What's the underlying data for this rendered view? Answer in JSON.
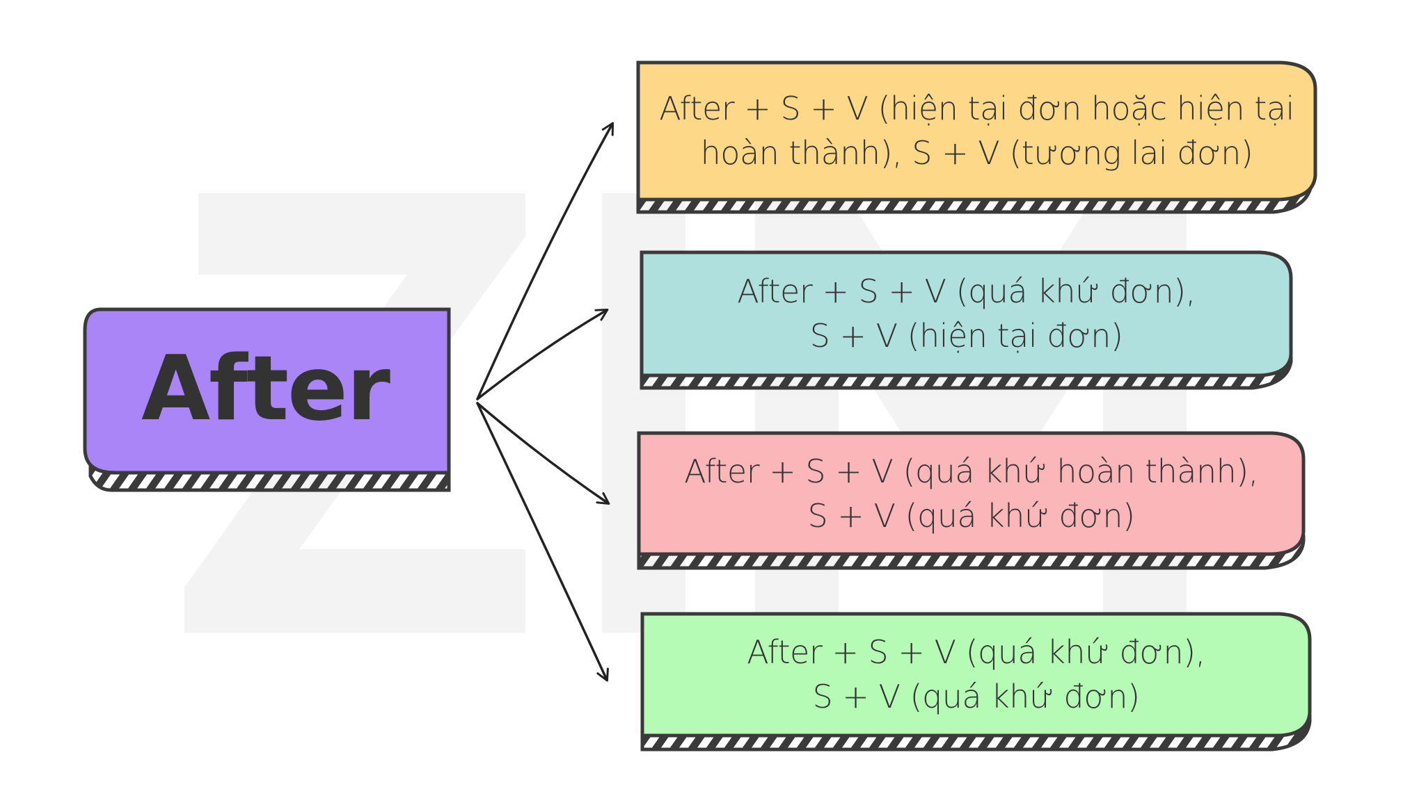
{
  "root": {
    "label": "After",
    "color": "#a985f8"
  },
  "branches": [
    {
      "line1": "After + S + V (hiện tại đơn hoặc hiện tại",
      "line2": "hoàn thành), S + V (tương lai đơn)",
      "color": "#fcd888"
    },
    {
      "line1": "After + S + V (quá khứ đơn),",
      "line2": "S + V (hiện tại đơn)",
      "color": "#afe0dd"
    },
    {
      "line1": "After + S + V (quá khứ hoàn thành),",
      "line2": "S + V (quá khứ đơn)",
      "color": "#fbb6b9"
    },
    {
      "line1": "After + S + V (quá khứ đơn),",
      "line2": "S + V (quá khứ đơn)",
      "color": "#b5fbb6"
    }
  ],
  "colors": {
    "outline": "#3a3a3a",
    "text": "#333333",
    "watermark": "#f2f2f2"
  }
}
